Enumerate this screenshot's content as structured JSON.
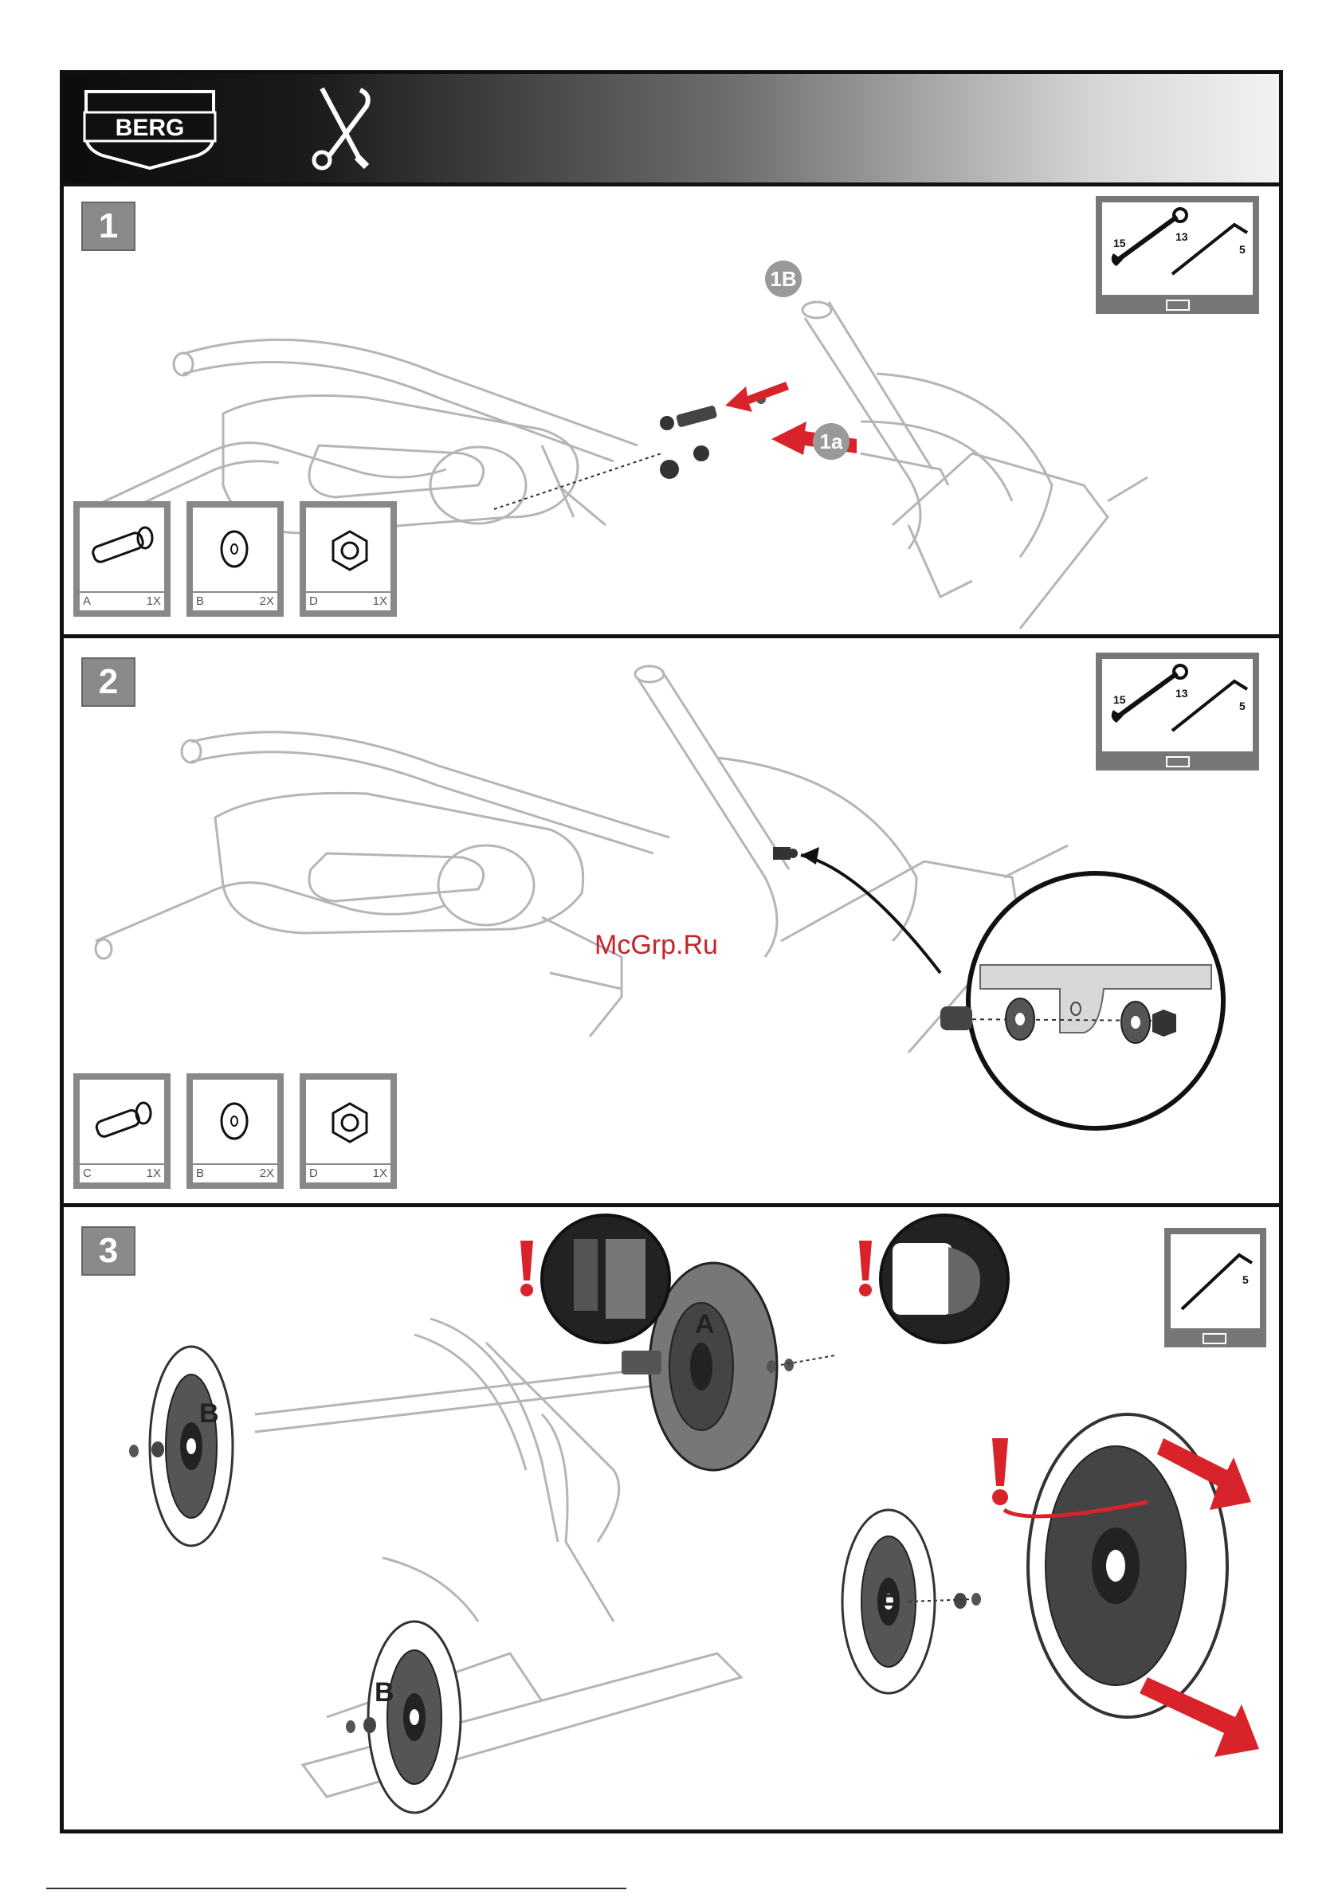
{
  "header": {
    "brand_logo": "BERG",
    "tools_icon": "wrench-screwdriver-icon"
  },
  "steps": [
    {
      "number": "1",
      "callouts": [
        "1B",
        "1a"
      ],
      "tools": {
        "wrench_sizes": [
          "15",
          "13"
        ],
        "hex_key_size": "5"
      },
      "parts": [
        {
          "letter": "A",
          "qty": "1X"
        },
        {
          "letter": "B",
          "qty": "2X"
        },
        {
          "letter": "D",
          "qty": "1X"
        }
      ]
    },
    {
      "number": "2",
      "tools": {
        "wrench_sizes": [
          "15",
          "13"
        ],
        "hex_key_size": "5"
      },
      "parts": [
        {
          "letter": "C",
          "qty": "1X"
        },
        {
          "letter": "B",
          "qty": "2X"
        },
        {
          "letter": "D",
          "qty": "1X"
        }
      ]
    },
    {
      "number": "3",
      "tools": {
        "hex_key_size": "5"
      },
      "wheel_labels": [
        "A",
        "B",
        "B",
        "B"
      ]
    }
  ],
  "watermark": "McGrp.Ru",
  "colors": {
    "arrow_red": "#d9232a",
    "panel_gray": "#888888",
    "frame": "#111111"
  }
}
